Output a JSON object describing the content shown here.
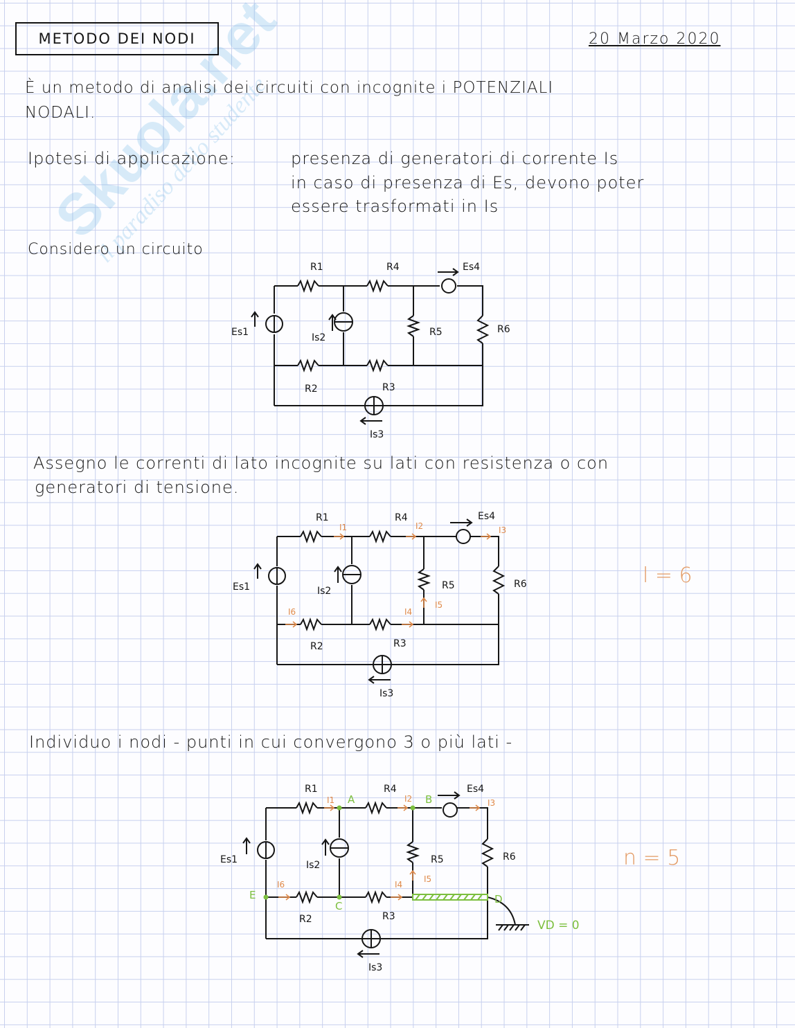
{
  "header": {
    "title": "METODO DEI NODI",
    "date": "20 Marzo 2020"
  },
  "intro": {
    "line1": "È un metodo di analisi dei circuiti con incognite i POTENZIALI",
    "line2": "NODALI."
  },
  "hypothesis": {
    "label": "Ipotesi di applicazione:",
    "line1": "presenza di generatori di corrente Is",
    "line2": "in caso di presenza di Es, devono poter",
    "line3": "essere trasformati in Is"
  },
  "sections": {
    "consider": "Considero un circuito",
    "assign_line1": "Assegno le correnti di lato incognite su lati con resistenza o con",
    "assign_line2": "generatori di tensione.",
    "nodes": "Individuo i nodi - punti in cui convergono 3 o più lati -"
  },
  "labels": {
    "R1": "R1",
    "R2": "R2",
    "R3": "R3",
    "R4": "R4",
    "R5": "R5",
    "R6": "R6",
    "Es1": "Es1",
    "Is2": "Is2",
    "Is3": "Is3",
    "Es4": "Es4",
    "I1": "I1",
    "I2": "I2",
    "I3": "I3",
    "I4": "I4",
    "I5": "I5",
    "I6": "I6",
    "A": "A",
    "B": "B",
    "C": "C",
    "D": "D",
    "E": "E",
    "VD": "VD = 0"
  },
  "results": {
    "l": "l = 6",
    "n": "n = 5"
  },
  "watermark": {
    "brand": "Skuola.net",
    "tagline": "il paradiso dello studente"
  },
  "colors": {
    "ink": "#151515",
    "orange": "#e08a4a",
    "green": "#7cbf3e",
    "grid": "#c7d0ee"
  }
}
